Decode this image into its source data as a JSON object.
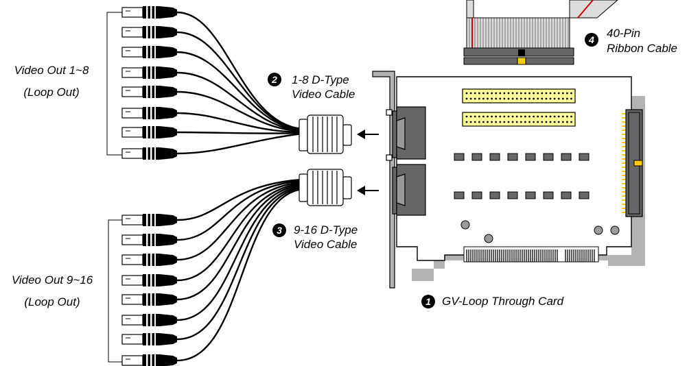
{
  "labels": {
    "video_out_1_8": "Video Out 1~8",
    "loop_out_1": "(Loop Out)",
    "video_out_9_16": "Video Out 9~16",
    "loop_out_2": "(Loop Out)",
    "cable_1_8_line1": "1-8 D-Type",
    "cable_1_8_line2": "Video Cable",
    "cable_9_16_line1": "9-16 D-Type",
    "cable_9_16_line2": "Video Cable",
    "ribbon_line1": "40-Pin",
    "ribbon_line2": "Ribbon Cable",
    "card": "GV-Loop Through Card"
  },
  "badges": {
    "card": "1",
    "cable_1_8": "2",
    "cable_9_16": "3",
    "ribbon": "4"
  },
  "colors": {
    "line": "#000000",
    "card_body": "#ffffff",
    "card_shadow": "#b3b3b3",
    "connector_dark": "#666666",
    "pin_header": "#ffff99",
    "ribbon_stripe": "#cc0000",
    "gold": "#ffcc00"
  }
}
